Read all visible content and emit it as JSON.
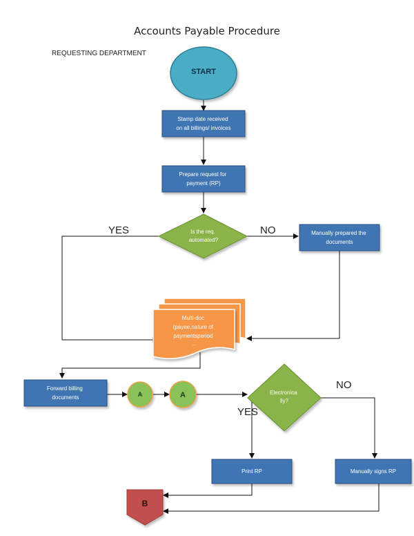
{
  "page": {
    "title": "Accounts Payable Procedure",
    "department": "REQUESTING DEPARTMENT"
  },
  "colors": {
    "process_fill": "#3f75b4",
    "process_stroke": "#2a4f80",
    "decision_fill": "#8ab34a",
    "decision_stroke": "#6a8f2f",
    "start_fill": "#4bacc6",
    "start_stroke": "#2f7f96",
    "document_fill": "#f79646",
    "document_stroke": "#d07020",
    "connector_fill": "#8ac25a",
    "connector_stroke": "#e8a040",
    "offpage_fill": "#c0504d",
    "arrow": "#111111"
  },
  "nodes": {
    "start": "START",
    "stamp_date": [
      "Stamp date received",
      "on all billings/ invoices"
    ],
    "prepare_request": [
      "Prepare request for",
      "payment (RP)"
    ],
    "is_automated": [
      "Is the req.",
      "automated?"
    ],
    "manually_prepared": [
      "Manually prepared the",
      "documents"
    ],
    "multi_doc": [
      "Multi-doc",
      "(payee,nature of",
      "paymentsperiod",
      ".."
    ],
    "forward_billing": [
      "Forward billing",
      "documents"
    ],
    "connector_a1": "A",
    "connector_a2": "A",
    "electronically": [
      "Electronica",
      "lly?"
    ],
    "print_rp": "Print RP",
    "manually_signs": "Manually signs RP",
    "offpage_b": "B"
  },
  "labels": {
    "yes_1": "YES",
    "no_1": "NO",
    "yes_2": "YES",
    "no_2": "NO"
  }
}
